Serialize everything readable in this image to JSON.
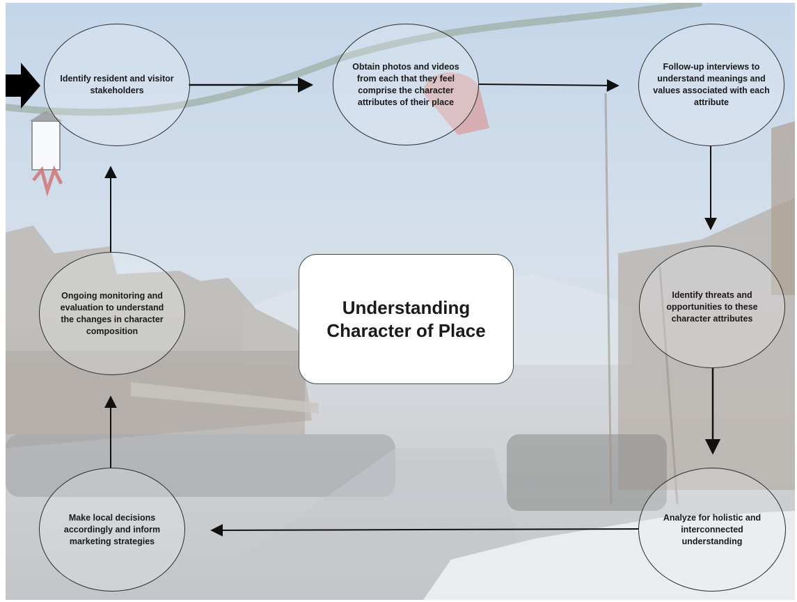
{
  "center_title": "Understanding Character of Place",
  "nodes": [
    {
      "id": "identify-stakeholders",
      "text": "Identify resident and visitor stakeholders"
    },
    {
      "id": "obtain-photos",
      "text": "Obtain photos and videos from each that they feel comprise the character attributes of their place"
    },
    {
      "id": "follow-up-interviews",
      "text": "Follow-up interviews to understand meanings and values associated with each attribute"
    },
    {
      "id": "identify-threats",
      "text": "Identify threats and opportunities to these character attributes"
    },
    {
      "id": "analyze",
      "text": "Analyze for holistic and interconnected understanding"
    },
    {
      "id": "make-decisions",
      "text": "Make local decisions accordingly and inform marketing strategies"
    },
    {
      "id": "ongoing-monitoring",
      "text": "Ongoing monitoring and evaluation to understand the changes in character composition"
    }
  ],
  "edges": [
    {
      "from": "identify-stakeholders",
      "to": "obtain-photos"
    },
    {
      "from": "obtain-photos",
      "to": "follow-up-interviews"
    },
    {
      "from": "follow-up-interviews",
      "to": "identify-threats"
    },
    {
      "from": "identify-threats",
      "to": "analyze"
    },
    {
      "from": "analyze",
      "to": "make-decisions"
    },
    {
      "from": "make-decisions",
      "to": "ongoing-monitoring"
    },
    {
      "from": "ongoing-monitoring",
      "to": "identify-stakeholders"
    }
  ],
  "colors": {
    "line": "#111111",
    "node_border": "#2b2b2b",
    "center_fill": "#ffffff"
  },
  "background_image": "faded winter street scene with holiday garland"
}
